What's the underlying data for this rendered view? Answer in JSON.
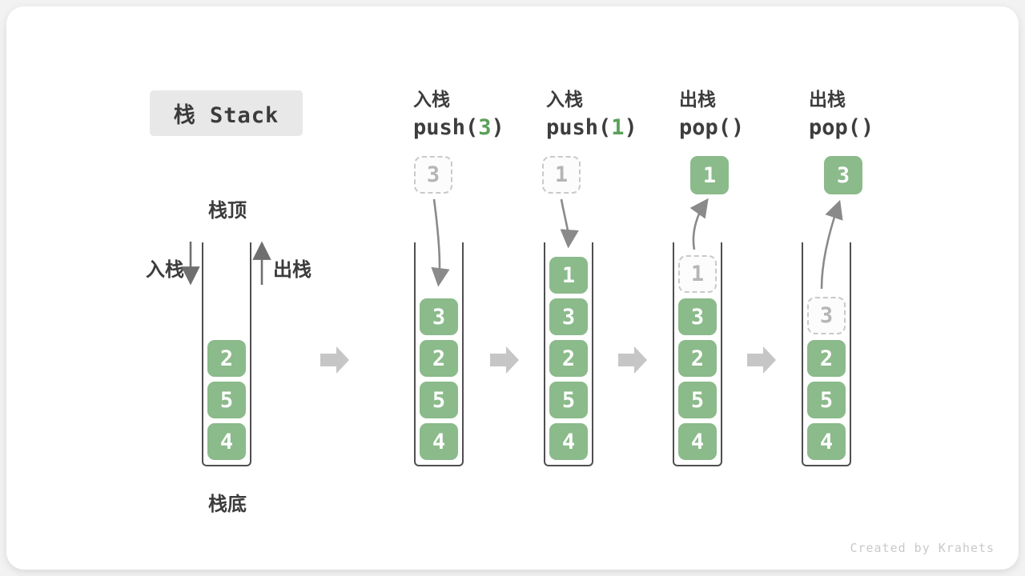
{
  "title": "栈 Stack",
  "watermark": "Created by Krahets",
  "colors": {
    "cell_green": "#8bba8b",
    "code_arg_green": "#5aa05a",
    "container_stroke": "#4f4f4f",
    "curve_arrow_gray": "#8a8a8a",
    "block_arrow_gray": "#c6c6c6",
    "title_box_bg": "#e8e8e8",
    "label_text": "#3c3c3c",
    "ghost_border": "#c9c9c9",
    "ghost_text": "#b5b5b5",
    "watermark_gray": "#c9c9c9"
  },
  "icons": {
    "step_separator": "right-block-arrow",
    "push_direction": "down-arrow",
    "pop_direction": "up-arrow",
    "push_motion": "curved-down-arrow",
    "pop_motion": "curved-up-arrow"
  },
  "legend": {
    "stack_top": "栈顶",
    "stack_bottom": "栈底",
    "push": "入栈",
    "pop": "出栈"
  },
  "initial_stack": {
    "cells": [
      "2",
      "5",
      "4"
    ]
  },
  "steps": [
    {
      "op_label": "入栈",
      "code_pre": "push(",
      "code_arg": "3",
      "code_post": ")",
      "floating_value": "3",
      "floating_style": "dashed",
      "cells": [
        "3",
        "2",
        "5",
        "4"
      ]
    },
    {
      "op_label": "入栈",
      "code_pre": "push(",
      "code_arg": "1",
      "code_post": ")",
      "floating_value": "1",
      "floating_style": "dashed",
      "cells": [
        "1",
        "3",
        "2",
        "5",
        "4"
      ]
    },
    {
      "op_label": "出栈",
      "code_pre": "pop(",
      "code_arg": "",
      "code_post": ")",
      "floating_value": "1",
      "floating_style": "solid",
      "ghost_value": "1",
      "cells": [
        "3",
        "2",
        "5",
        "4"
      ]
    },
    {
      "op_label": "出栈",
      "code_pre": "pop(",
      "code_arg": "",
      "code_post": ")",
      "floating_value": "3",
      "floating_style": "solid",
      "ghost_value": "3",
      "cells": [
        "2",
        "5",
        "4"
      ]
    }
  ]
}
